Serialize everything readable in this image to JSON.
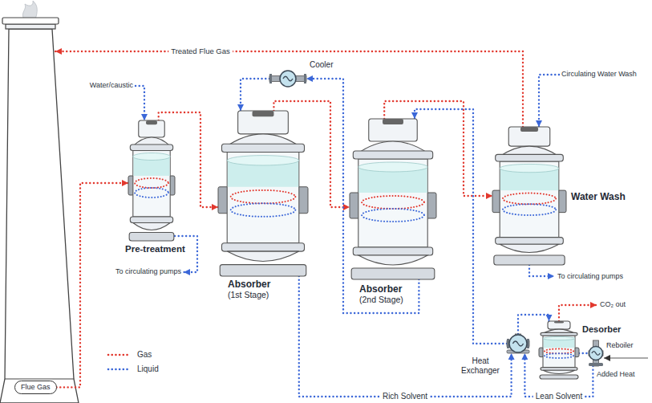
{
  "diagram": {
    "nodes": [
      {
        "text": [
          "Flue Gas"
        ]
      },
      {
        "text": [
          "Pre-treatment"
        ]
      },
      {
        "text": [
          "Absorber",
          "(1st Stage)"
        ]
      },
      {
        "text": [
          "Cooler"
        ]
      },
      {
        "text": [
          "Absorber",
          "(2nd Stage)"
        ]
      },
      {
        "text": [
          "Water Wash"
        ]
      },
      {
        "text": [
          "Heat Exchanger"
        ]
      },
      {
        "text": [
          "Desorber"
        ]
      },
      {
        "text": [
          "Reboiler"
        ]
      }
    ],
    "edges": [
      {
        "from": 0,
        "to": 1,
        "arrow": "to"
      },
      {
        "from": 1,
        "to": 2,
        "arrow": "to"
      },
      {
        "from": 2,
        "to": 4,
        "arrow": "to"
      },
      {
        "from": 4,
        "to": 5,
        "arrow": "to"
      },
      {
        "from": 4,
        "to": 3,
        "arrow": "to"
      },
      {
        "from": 3,
        "to": 2,
        "arrow": "to"
      },
      {
        "from": 2,
        "to": 6,
        "label": "Rich Solvent",
        "arrow": "to"
      },
      {
        "from": 6,
        "to": 7,
        "arrow": "to"
      },
      {
        "from": 7,
        "to": 8,
        "arrow": "none"
      },
      {
        "from": 8,
        "to": 6,
        "label": "Lean Solvent",
        "arrow": "to"
      },
      {
        "from": 6,
        "to": 4,
        "arrow": "to"
      }
    ],
    "labels": [
      "Treated Flue Gas",
      "Water/caustic",
      "Circulating Water Wash",
      "To circulating pumps",
      "To circulating pumps",
      "CO₂ out",
      "Added Heat"
    ],
    "legend": [
      {
        "text": "Gas"
      },
      {
        "text": "Liquid"
      }
    ]
  }
}
